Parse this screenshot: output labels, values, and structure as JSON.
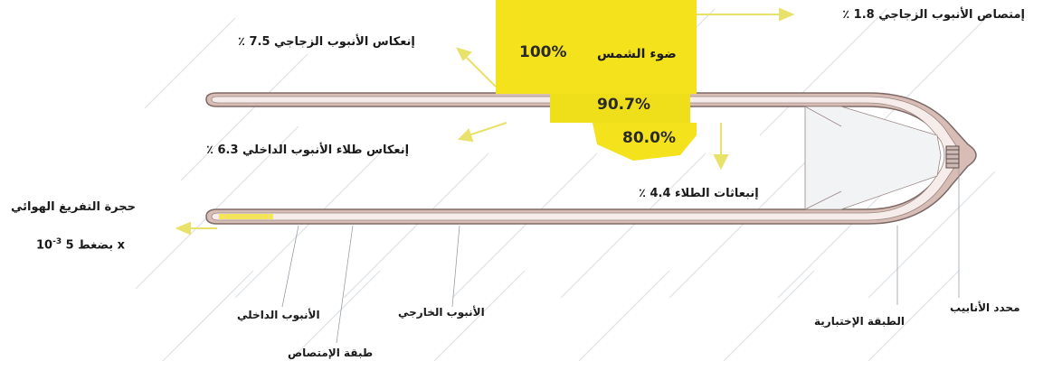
{
  "colors": {
    "sun": "#f3e21c",
    "sun_dark": "#e6d21a",
    "arrow": "#e9e26a",
    "tube_outer": "#c9a7a0",
    "tube_inner_fill": "#f6ecea",
    "tube_stroke": "#7d6a66",
    "hatch": "#d9dde3"
  },
  "icons": {
    "sunlight": "yellow-block-arrow",
    "thin_arrow": "yellow-arrow-icon"
  },
  "labels": {
    "sunlight_text": "ضوء الشمس",
    "sunlight_pct": "100%",
    "transmitted_pct": "90.7%",
    "absorbed_pct": "80.0%",
    "glass_absorption": "إمتصاص الأنبوب الزجاجي 1.8 ٪",
    "glass_reflection": "إنعكاس الأنبوب الزجاجي 7.5 ٪",
    "inner_coating_reflection": "إنعكاس طلاء الأنبوب الداخلي 6.3 ٪",
    "coating_emission": "إنبعاثات الطلاء 4.4 ٪",
    "vacuum_chamber_line1": "حجرة التفريغ الهوائي",
    "vacuum_chamber_line2_prefix": "بضغط 5 x ",
    "vacuum_chamber_base": "10",
    "vacuum_chamber_exp": "-3",
    "inner_tube": "الأنبوب الداخلي",
    "absorption_layer": "طبقة الإمتصاص",
    "outer_tube": "الأنبوب الخارجي",
    "test_layer": "الطبقة الإختبارية",
    "tube_limiter": "محدد الأنابيب"
  }
}
